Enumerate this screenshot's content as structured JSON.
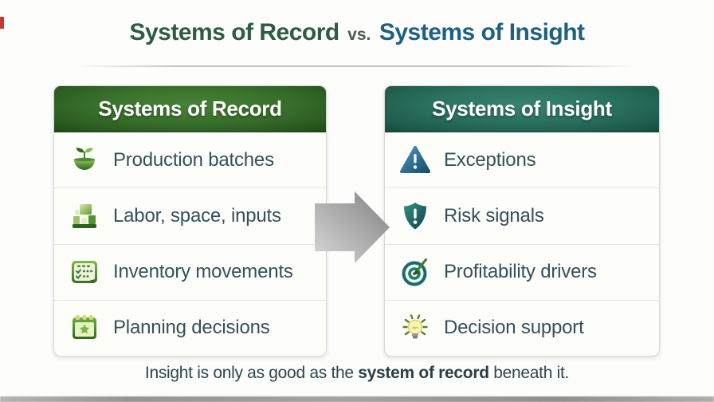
{
  "title": {
    "record": "Systems of Record",
    "vs": "vs.",
    "insight": "Systems of Insight"
  },
  "cards": {
    "record": {
      "header": "Systems of Record",
      "items": [
        {
          "icon": "seedling-icon",
          "label": "Production batches"
        },
        {
          "icon": "blocks-icon",
          "label": "Labor, space, inputs"
        },
        {
          "icon": "checklist-icon",
          "label": "Inventory movements"
        },
        {
          "icon": "calendar-star-icon",
          "label": "Planning decisions"
        }
      ]
    },
    "insight": {
      "header": "Systems of Insight",
      "items": [
        {
          "icon": "warning-triangle-icon",
          "label": "Exceptions"
        },
        {
          "icon": "shield-alert-icon",
          "label": "Risk signals"
        },
        {
          "icon": "target-dart-icon",
          "label": "Profitability drivers"
        },
        {
          "icon": "lightbulb-icon",
          "label": "Decision support"
        }
      ]
    }
  },
  "arrow": {
    "icon": "arrow-right-icon",
    "direction": "right"
  },
  "caption": {
    "prefix": "Insight is only as good as the ",
    "emphasis": "system of record",
    "suffix": " beneath it."
  },
  "colors": {
    "title_record_green": "#2d5c41",
    "title_insight_blue": "#1e5f82",
    "header_green": "#3a722c",
    "header_teal": "#2c7260",
    "row_text": "#33515c",
    "edge_mark_red": "#c23b2e",
    "arrow_gray_light": "#d8d8d8",
    "arrow_gray_dark": "#828282"
  }
}
